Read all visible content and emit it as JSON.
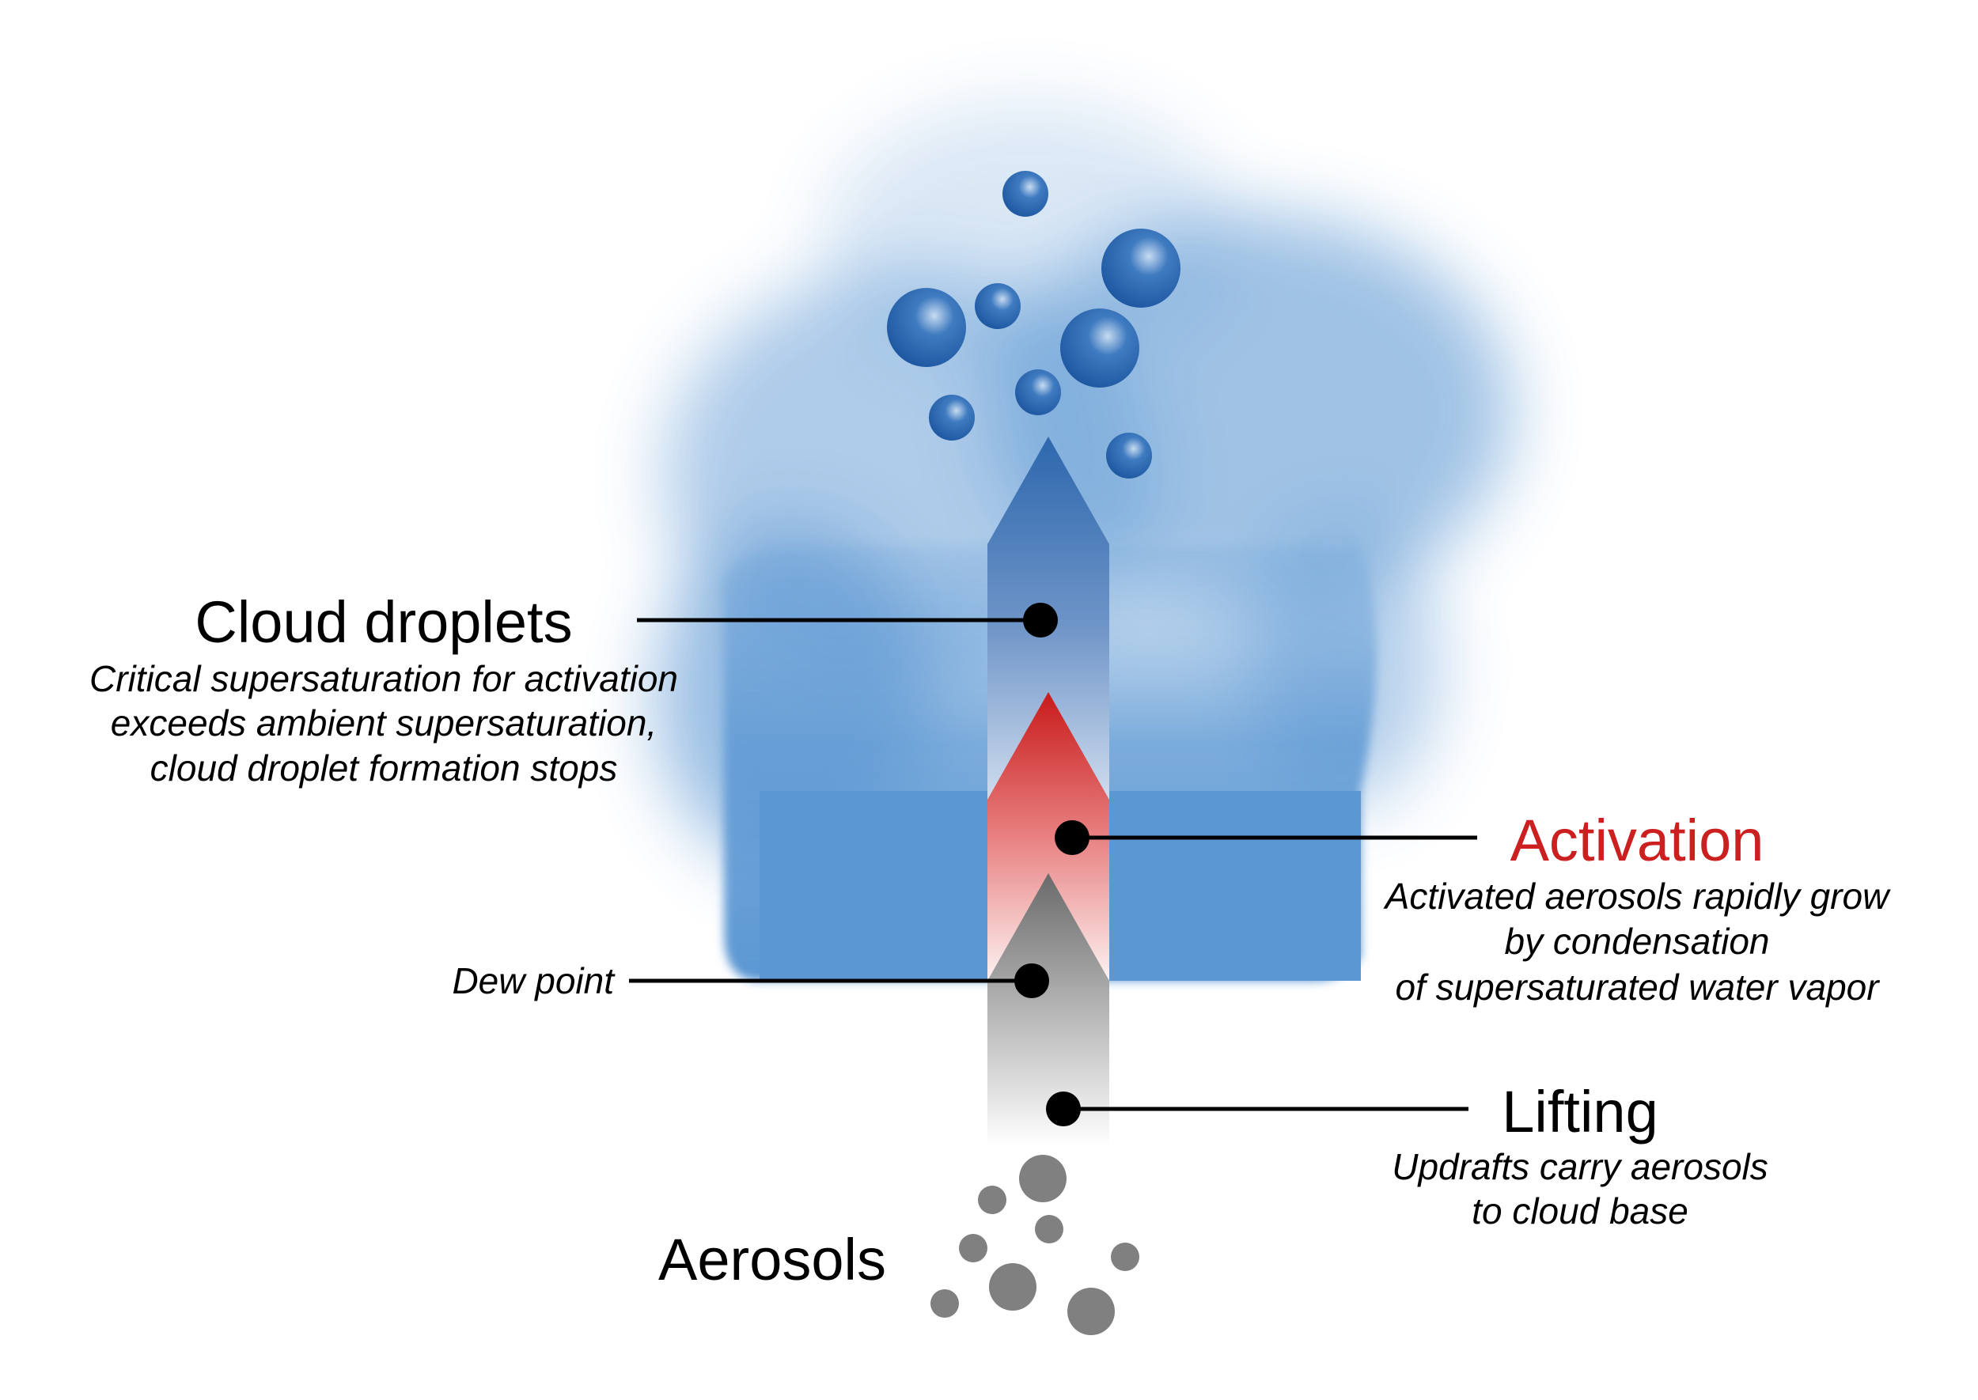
{
  "labels": {
    "cloud_droplets": {
      "title": "Cloud droplets",
      "lines": [
        "Critical supersaturation for activation",
        "exceeds ambient supersaturation,",
        "cloud droplet formation stops"
      ]
    },
    "activation": {
      "title": "Activation",
      "lines": [
        "Activated aerosols rapidly grow",
        "by condensation",
        "of supersaturated water vapor"
      ]
    },
    "dew_point": {
      "title": "Dew point"
    },
    "lifting": {
      "title": "Lifting",
      "lines": [
        "Updrafts carry aerosols",
        "to cloud base"
      ]
    },
    "aerosols": {
      "title": "Aerosols"
    }
  },
  "colors": {
    "cloud": "#5b97d3",
    "droplet": "#2360aa",
    "activation": "#cc1f1f",
    "aerosol": "#808080",
    "arrow_gray": "#707070"
  }
}
